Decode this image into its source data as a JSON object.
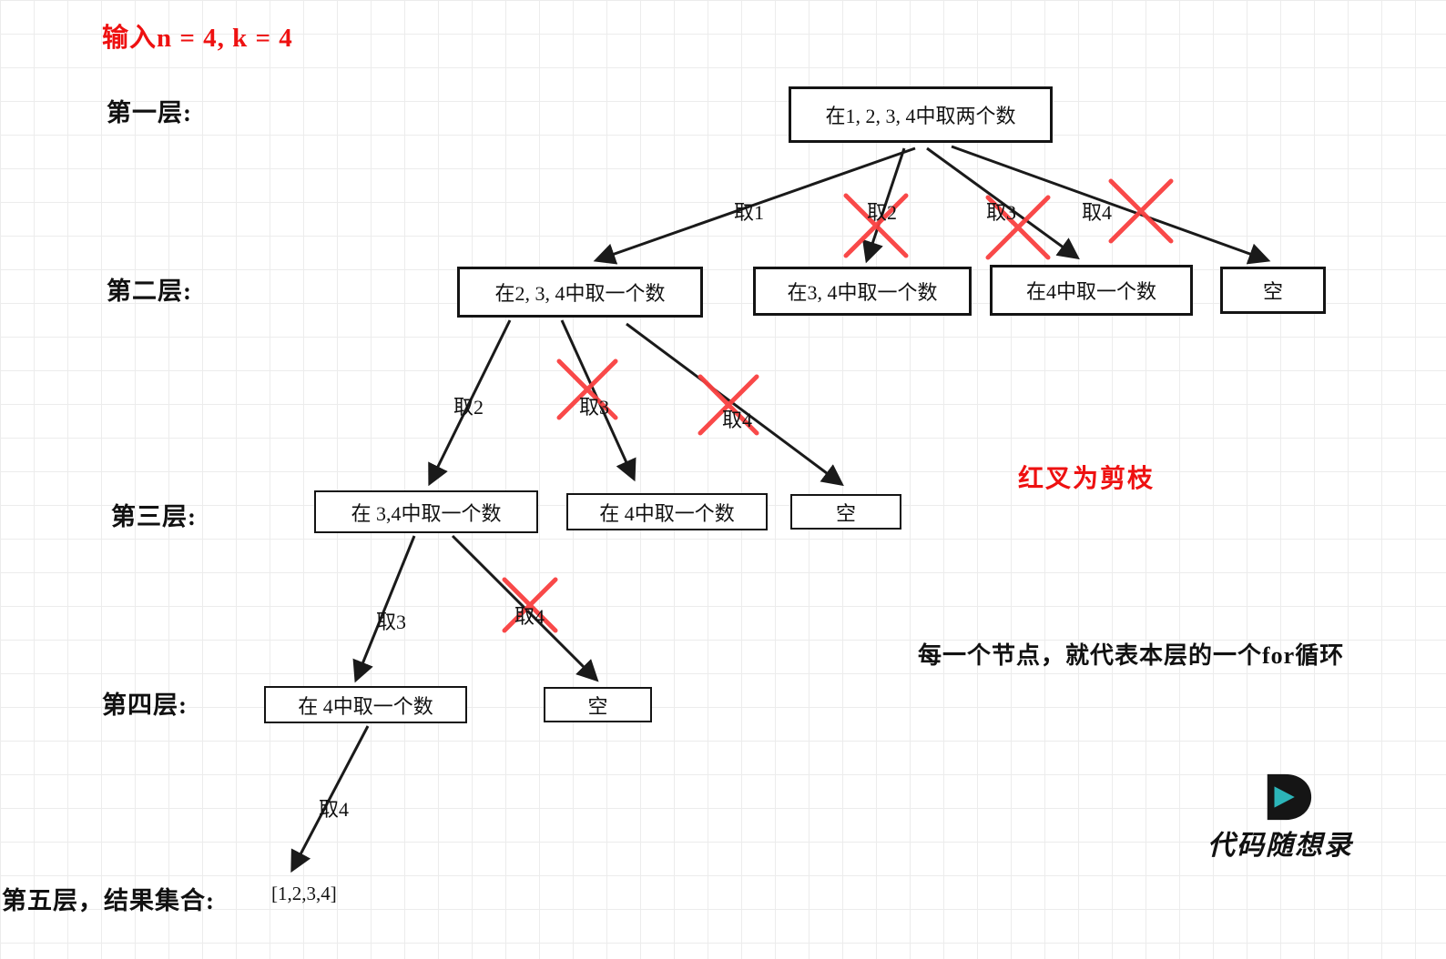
{
  "title": "输入n = 4, k = 4",
  "layer_labels": [
    "第一层:",
    "第二层:",
    "第三层:",
    "第四层:",
    "第五层，结果集合:"
  ],
  "nodes": {
    "root": "在1, 2, 3, 4中取两个数",
    "l2_1": "在2, 3, 4中取一个数",
    "l2_2": "在3, 4中取一个数",
    "l2_3": "在4中取一个数",
    "l2_4": "空",
    "l3_1": "在 3,4中取一个数",
    "l3_2": "在 4中取一个数",
    "l3_3": "空",
    "l4_1": "在 4中取一个数",
    "l4_2": "空"
  },
  "edge_labels": {
    "e1_1": "取1",
    "e1_2": "取2",
    "e1_3": "取3",
    "e1_4": "取4",
    "e2_1": "取2",
    "e2_2": "取3",
    "e2_3": "取4",
    "e3_1": "取3",
    "e3_2": "取4",
    "e4_1": "取4"
  },
  "result": "[1,2,3,4]",
  "annotations": {
    "pruning_note": "红叉为剪枝",
    "for_loop_note": "每一个节点，就代表本层的一个for循环"
  },
  "logo_text": "代码随想录",
  "colors": {
    "accent_red": "#ee1111",
    "prune_cross": "#f94040",
    "node_border": "#141414",
    "arrow": "#1a1a1a",
    "logo_teal": "#2cb5b9",
    "grid": "#ececec"
  }
}
